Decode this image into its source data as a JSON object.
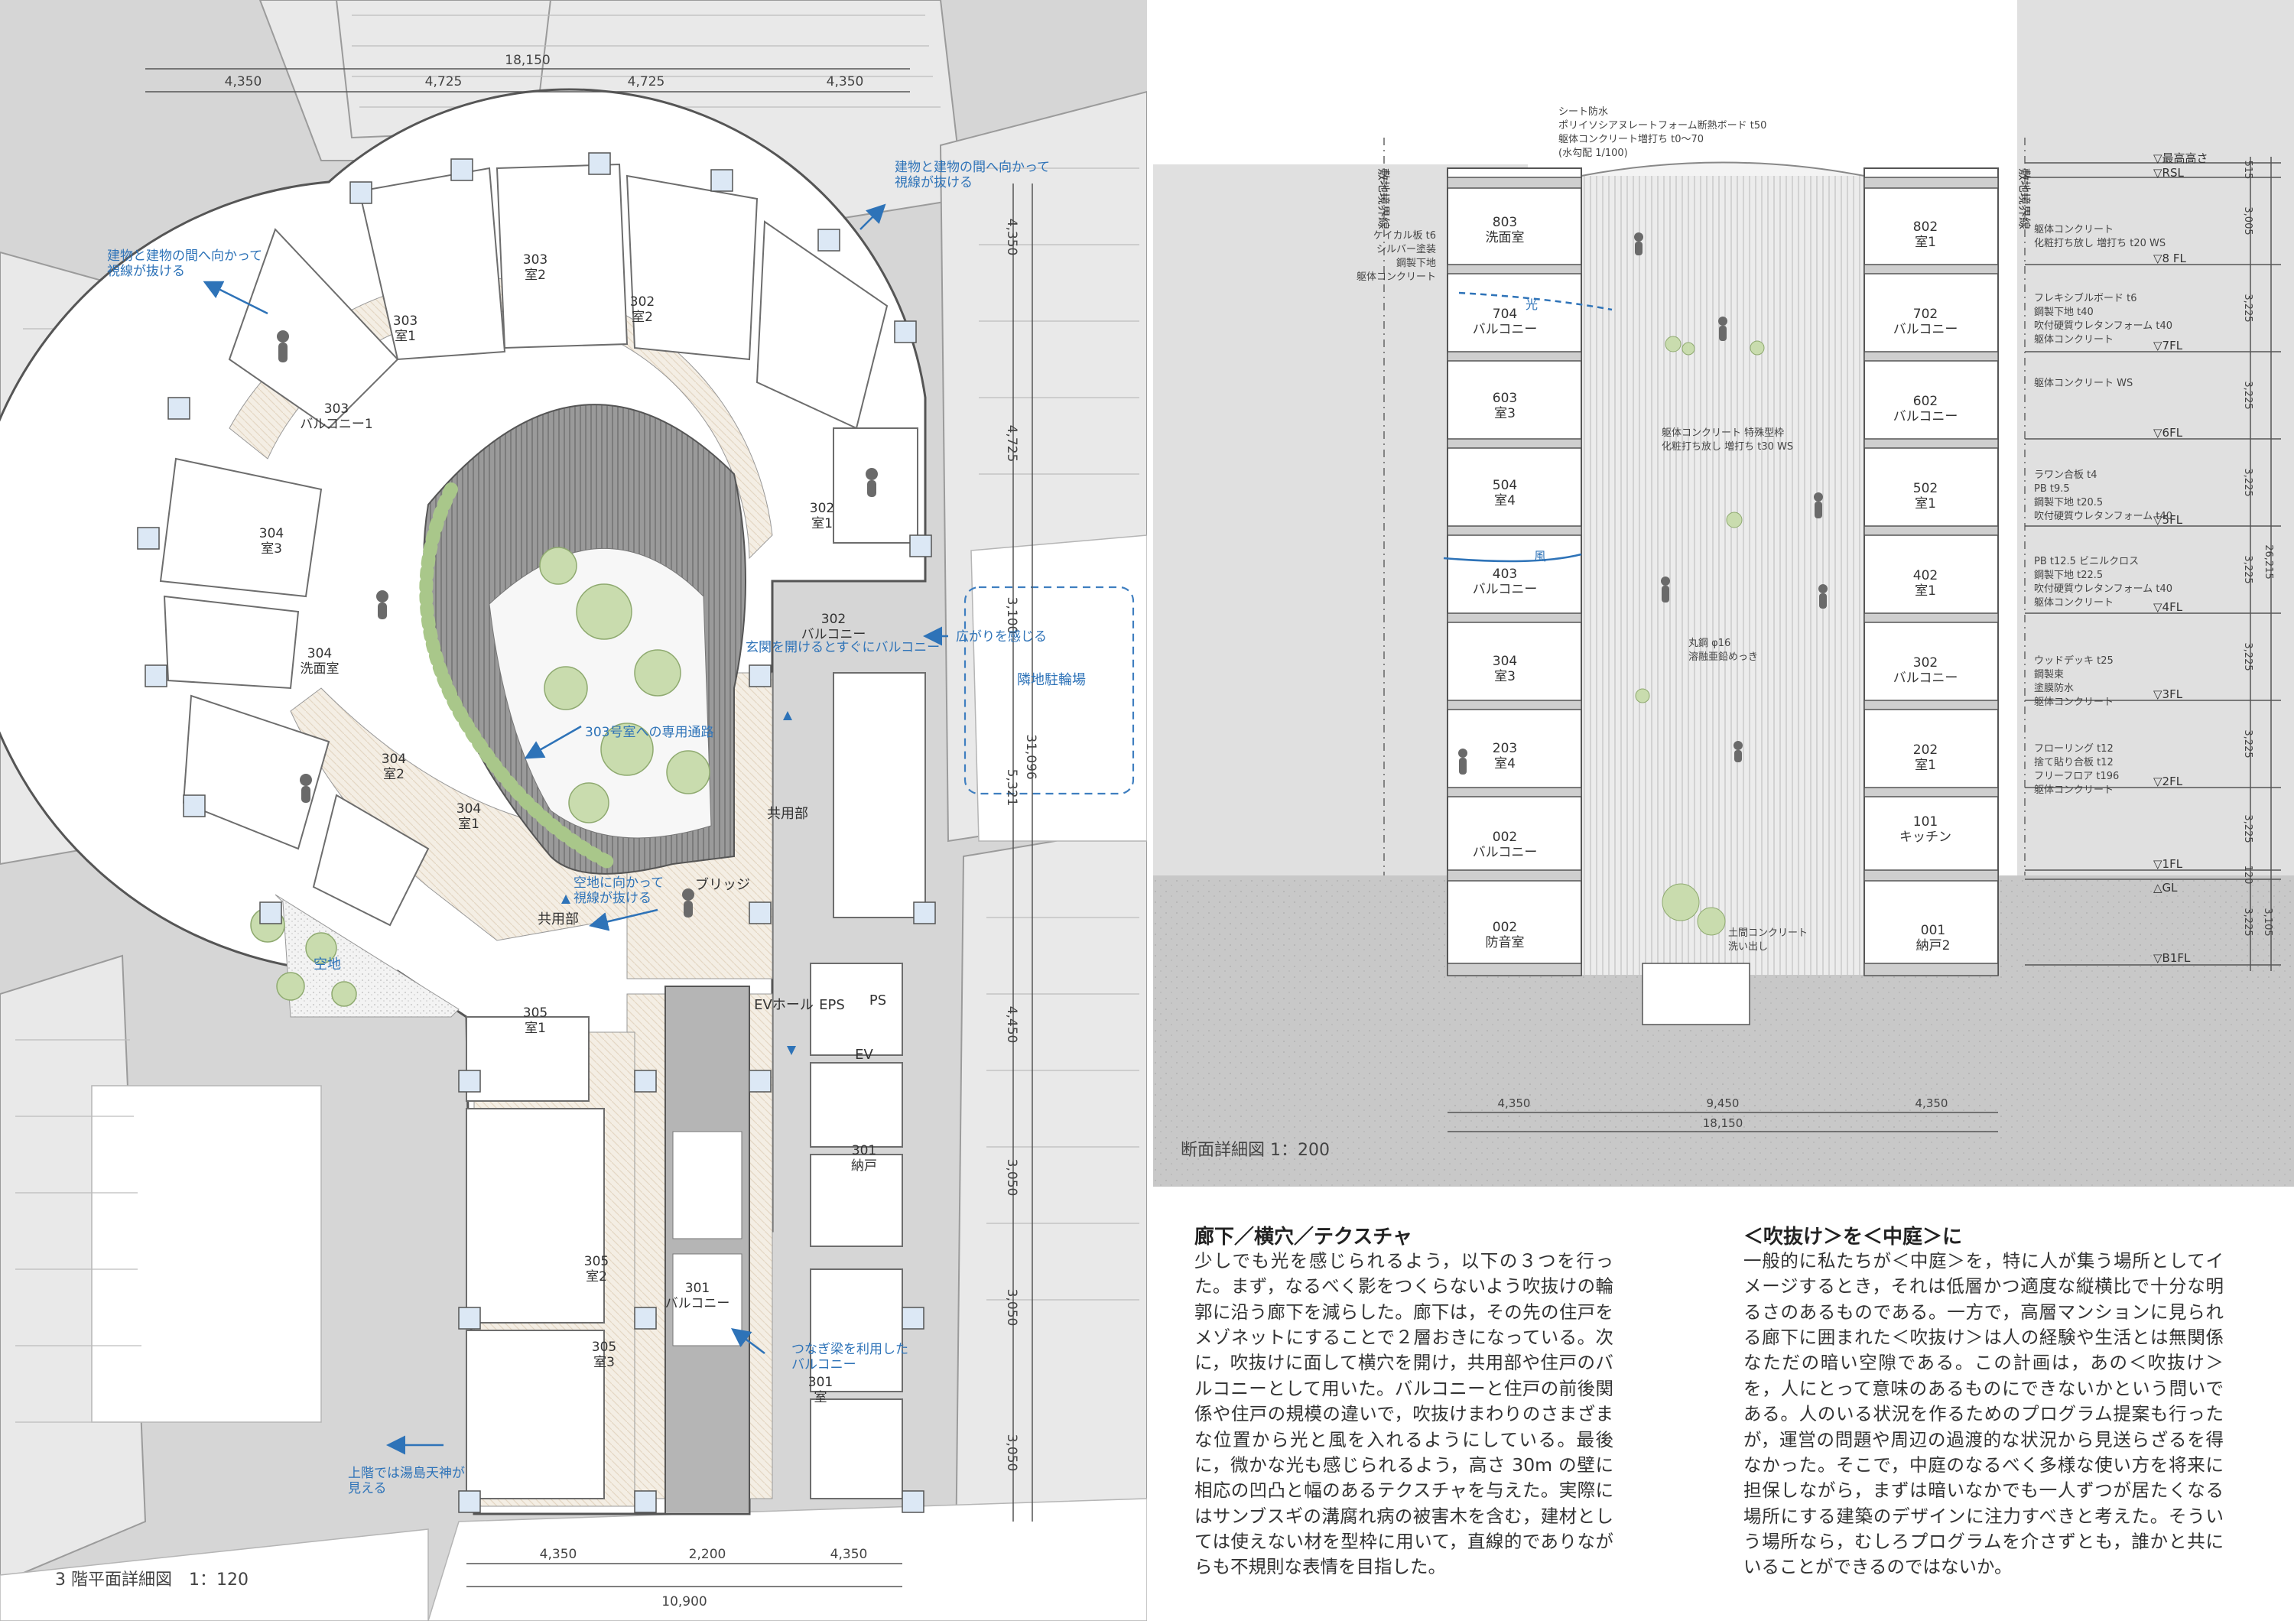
{
  "plan": {
    "caption": "3 階平面詳細図　1：120",
    "dims_top": [
      "4,350",
      "4,725",
      "18,150",
      "4,725",
      "4,350"
    ],
    "dims_right": [
      "4,350",
      "4,725",
      "3,100",
      "31,096",
      "5,321",
      "4,450",
      "3,050",
      "3,050",
      "3,050"
    ],
    "dims_bottom": [
      "4,350",
      "2,200",
      "4,350",
      "10,900"
    ],
    "rooms": [
      {
        "no": "303",
        "name": "室2"
      },
      {
        "no": "302",
        "name": "室2"
      },
      {
        "no": "303",
        "name": "室1"
      },
      {
        "no": "303",
        "name": "バルコニー1"
      },
      {
        "no": "302",
        "name": "室1"
      },
      {
        "no": "304",
        "name": "室3"
      },
      {
        "no": "304",
        "name": "洗面室"
      },
      {
        "no": "302",
        "name": "バルコニー"
      },
      {
        "no": "304",
        "name": "室2"
      },
      {
        "no": "304",
        "name": "室1"
      },
      {
        "no": "305",
        "name": "室1"
      },
      {
        "no": "301",
        "name": "納戸"
      },
      {
        "no": "305",
        "name": "室2"
      },
      {
        "no": "305",
        "name": "室3"
      },
      {
        "no": "301",
        "name": "バルコニー"
      },
      {
        "no": "301",
        "name": "室"
      }
    ],
    "labels": {
      "common1": "共用部",
      "common2": "共用部",
      "bridge": "ブリッジ",
      "ev_hall": "EVホール",
      "eps": "EPS",
      "ps": "PS",
      "ev": "EV",
      "open_space": "空地",
      "parking": "隣地駐輪場"
    },
    "annotations": {
      "view_left": [
        "建物と建物の間へ向かって",
        "視線が抜ける"
      ],
      "view_right": [
        "建物と建物の間へ向かって",
        "視線が抜ける"
      ],
      "balcony302": "玄関を開けるとすぐにバルコニー",
      "spread": "広がりを感じる",
      "path303": "303号室への専用通路",
      "vacant": [
        "空地に向かって",
        "視線が抜ける"
      ],
      "beam": [
        "つなぎ梁を利用した",
        "バルコニー"
      ],
      "yushima": [
        "上階では湯島天神が",
        "見える"
      ]
    }
  },
  "section": {
    "caption": "断面詳細図 1：200",
    "boundary": "敷地境界線",
    "left_rooms": [
      {
        "no": "803",
        "name": "洗面室"
      },
      {
        "no": "704",
        "name": "バルコニー"
      },
      {
        "no": "603",
        "name": "室3"
      },
      {
        "no": "504",
        "name": "室4"
      },
      {
        "no": "403",
        "name": "バルコニー"
      },
      {
        "no": "304",
        "name": "室3"
      },
      {
        "no": "203",
        "name": "室4"
      },
      {
        "no": "002",
        "name": "バルコニー"
      },
      {
        "no": "002",
        "name": "防音室"
      }
    ],
    "right_rooms": [
      {
        "no": "802",
        "name": "室1"
      },
      {
        "no": "702",
        "name": "バルコニー"
      },
      {
        "no": "602",
        "name": "バルコニー"
      },
      {
        "no": "502",
        "name": "室1"
      },
      {
        "no": "402",
        "name": "室1"
      },
      {
        "no": "302",
        "name": "バルコニー"
      },
      {
        "no": "202",
        "name": "室1"
      },
      {
        "no": "101",
        "name": "キッチン"
      },
      {
        "no": "001",
        "name": "納戸2"
      }
    ],
    "notes_top": [
      "シート防水",
      "ポリイソシアヌレートフォーム断熱ボード t50",
      "躯体コンクリート増打ち t0〜70",
      "(水勾配 1/100)"
    ],
    "notes_left": [
      "ケイカル板 t6",
      "シルバー塗装",
      "鋼製下地",
      "躯体コンクリート"
    ],
    "note_mid1": [
      "躯体コンクリート 特殊型枠",
      "化粧打ち放し 増打ち t30 WS"
    ],
    "note_mid2": [
      "丸鋼 φ16",
      "溶融亜鉛めっき"
    ],
    "note_floor": [
      "土間コンクリート",
      "洗い出し"
    ],
    "light": "光",
    "wind": "風",
    "notes_right": [
      [
        "躯体コンクリート",
        "化粧打ち放し 増打ち t20 WS"
      ],
      [
        "フレキシブルボード t6",
        "鋼製下地 t40",
        "吹付硬質ウレタンフォーム t40",
        "躯体コンクリート"
      ],
      [
        "躯体コンクリート WS"
      ],
      [
        "ラワン合板 t4",
        "PB t9.5",
        "鋼製下地 t20.5",
        "吹付硬質ウレタンフォーム t40"
      ],
      [
        "PB t12.5 ビニルクロス",
        "鋼製下地 t22.5",
        "吹付硬質ウレタンフォーム t40",
        "躯体コンクリート"
      ],
      [
        "ウッドデッキ t25",
        "鋼製束",
        "塗膜防水",
        "躯体コンクリート"
      ],
      [
        "フローリング t12",
        "捨て貼り合板 t12",
        "フリーフロア t196",
        "躯体コンクリート"
      ]
    ],
    "levels": [
      "▽最高高さ",
      "▽RSL",
      "▽8 FL",
      "▽7FL",
      "▽6FL",
      "▽5FL",
      "▽4FL",
      "▽3FL",
      "▽2FL",
      "▽1FL",
      "△GL",
      "▽B1FL"
    ],
    "heights": [
      "515",
      "3,005",
      "3,225",
      "3,225",
      "3,225",
      "3,225",
      "3,225",
      "3,225",
      "3,225",
      "120",
      "3,225",
      "3,105"
    ],
    "total_height": "26,215",
    "dims_bottom": [
      "4,350",
      "9,450",
      "4,350",
      "18,150"
    ]
  },
  "text": {
    "heading1": "廊下／横穴／テクスチャ",
    "body1": "少しでも光を感じられるよう，以下の３つを行った。まず，なるべく影をつくらないよう吹抜けの輪郭に沿う廊下を減らした。廊下は，その先の住戸をメゾネットにすることで２層おきになっている。次に，吹抜けに面して横穴を開け，共用部や住戸のバルコニーとして用いた。バルコニーと住戸の前後関係や住戸の規模の違いで，吹抜けまわりのさまざまな位置から光と風を入れるようにしている。最後に，微かな光も感じられるよう，高さ 30m の壁に相応の凹凸と幅のあるテクスチャを与えた。実際にはサンブスギの溝腐れ病の被害木を含む，建材としては使えない材を型枠に用いて，直線的でありながらも不規則な表情を目指した。",
    "heading2": "＜吹抜け＞を＜中庭＞に",
    "body2": "一般的に私たちが＜中庭＞を，特に人が集う場所としてイメージするとき，それは低層かつ適度な縦横比で十分な明るさのあるものである。一方で，高層マンションに見られる廊下に囲まれた＜吹抜け＞は人の経験や生活とは無関係なただの暗い空隙である。この計画は，あの＜吹抜け＞を，人にとって意味のあるものにできないかという問いである。人のいる状況を作るためのプログラム提案も行ったが，運営の問題や周辺の過渡的な状況から見送らざるを得なかった。そこで，中庭のなるべく多様な使い方を将来に担保しながら，まずは暗いなかでも一人ずつが居たくなる場所にする建築のデザインに注力すべきと考えた。そういう場所なら，むしろプログラムを介さずとも，誰かと共にいることができるのではないか。"
  }
}
